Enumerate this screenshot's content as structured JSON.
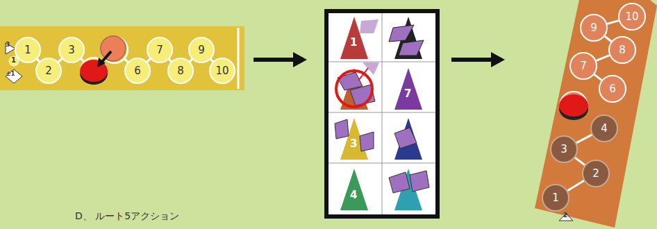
{
  "diagram": {
    "caption": "D、 ルート5アクション",
    "nodes": [
      {
        "text": [
          "1"
        ]
      },
      {
        "text": [
          "2"
        ]
      },
      {
        "text": [
          "3"
        ]
      },
      {
        "text": [
          "6"
        ]
      },
      {
        "text": [
          "7"
        ]
      },
      {
        "text": [
          "8"
        ]
      },
      {
        "text": [
          "9"
        ]
      },
      {
        "text": [
          "10"
        ]
      },
      {
        "text": [
          "1"
        ]
      },
      {
        "text": [
          "2"
        ]
      },
      {
        "text": [
          "3"
        ]
      },
      {
        "text": [
          "4"
        ]
      },
      {
        "text": [
          "6"
        ]
      },
      {
        "text": [
          "7"
        ]
      },
      {
        "text": [
          "8"
        ]
      },
      {
        "text": [
          "9"
        ]
      },
      {
        "text": [
          "10"
        ]
      }
    ],
    "edges": [
      {
        "from": 0,
        "to": 1,
        "arrow": "none"
      },
      {
        "from": 1,
        "to": 2,
        "arrow": "none"
      },
      {
        "from": 3,
        "to": 4,
        "arrow": "none"
      },
      {
        "from": 4,
        "to": 5,
        "arrow": "none"
      },
      {
        "from": 5,
        "to": 6,
        "arrow": "none"
      },
      {
        "from": 6,
        "to": 7,
        "arrow": "none"
      },
      {
        "from": 8,
        "to": 9,
        "arrow": "none"
      },
      {
        "from": 9,
        "to": 10,
        "arrow": "none"
      },
      {
        "from": 10,
        "to": 11,
        "arrow": "none"
      },
      {
        "from": 12,
        "to": 13,
        "arrow": "none"
      },
      {
        "from": 13,
        "to": 14,
        "arrow": "none"
      },
      {
        "from": 14,
        "to": 15,
        "arrow": "none"
      },
      {
        "from": 15,
        "to": 16,
        "arrow": "none"
      }
    ],
    "labels": [
      "3",
      "1",
      "±1",
      "1",
      "7",
      "3",
      "4",
      "2"
    ]
  }
}
